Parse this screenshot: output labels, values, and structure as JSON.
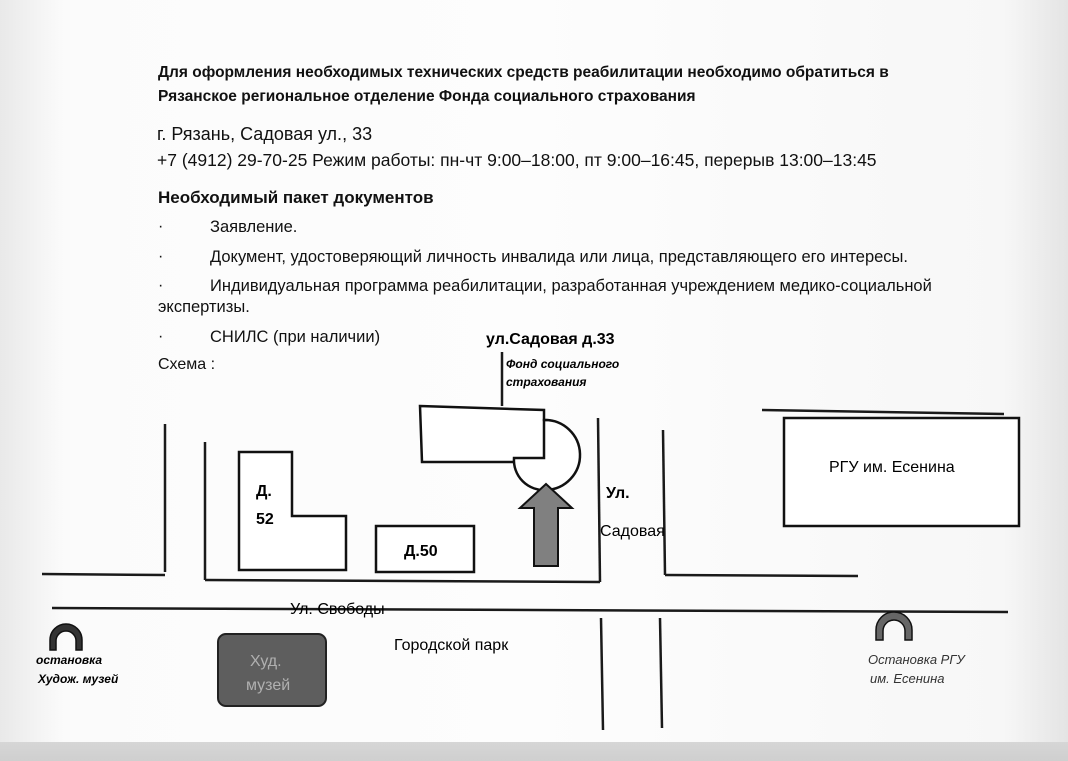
{
  "intro": {
    "line1": "Для оформления необходимых технических средств реабилитации необходимо обратиться в",
    "line2": "Рязанское региональное отделение Фонда социального страхования"
  },
  "contact": {
    "address": "г. Рязань, Садовая ул., 33",
    "hours": "+7 (4912) 29-70-25 Режим работы: пн-чт 9:00–18:00, пт 9:00–16:45,  перерыв 13:00–13:45"
  },
  "documents": {
    "heading": "Необходимый пакет документов",
    "bullet": "·",
    "items": [
      "Заявление.",
      "Документ, удостоверяющий личность инвалида или лица, представляющего его интересы.",
      "Индивидуальная программа реабилитации, разработанная учреждением медико-социальной",
      "СНИЛС (при наличии)"
    ],
    "item3_cont": "экспертизы."
  },
  "schema_label": "Схема :",
  "map": {
    "target_address": "ул.Садовая д.33",
    "fund_line1": "Фонд социального",
    "fund_line2": "страхования",
    "building_52_line1": "Д.",
    "building_52_line2": "52",
    "building_50": "Д.50",
    "rgu": "РГУ им. Есенина",
    "street_sadovaya_line1": "Ул.",
    "street_sadovaya_line2": "Садовая",
    "street_svobody": "Ул. Свободы",
    "park": "Городской парк",
    "museum_line1": "Худ.",
    "museum_line2": "музей",
    "stop_left_line1": "остановка",
    "stop_left_line2": "Худож. музей",
    "stop_right_line1": "Остановка РГУ",
    "stop_right_line2": "им. Есенина"
  }
}
